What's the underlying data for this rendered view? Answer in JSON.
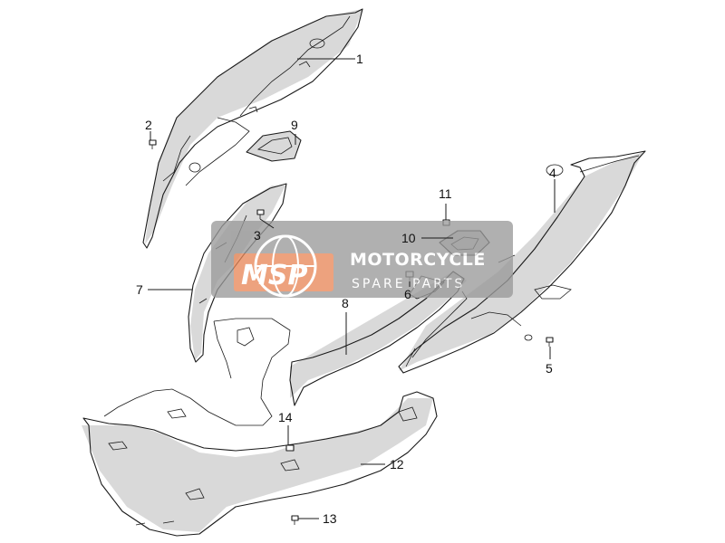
{
  "callouts": [
    {
      "id": "1",
      "label": "1"
    },
    {
      "id": "2",
      "label": "2"
    },
    {
      "id": "3",
      "label": "3"
    },
    {
      "id": "4",
      "label": "4"
    },
    {
      "id": "5",
      "label": "5"
    },
    {
      "id": "6",
      "label": "6"
    },
    {
      "id": "7",
      "label": "7"
    },
    {
      "id": "8",
      "label": "8"
    },
    {
      "id": "9",
      "label": "9"
    },
    {
      "id": "10",
      "label": "10"
    },
    {
      "id": "11",
      "label": "11"
    },
    {
      "id": "12",
      "label": "12"
    },
    {
      "id": "13",
      "label": "13"
    },
    {
      "id": "14",
      "label": "14"
    }
  ],
  "watermark": {
    "logo": "MSP",
    "title": "MOTORCYCLE",
    "subtitle": "SPARE PARTS",
    "colors": {
      "band": "#9a9a9a",
      "logo_accent": "#e8895a"
    }
  },
  "colors": {
    "line": "#1a1a1a",
    "shade": "#d9d9d9",
    "background": "#ffffff"
  }
}
